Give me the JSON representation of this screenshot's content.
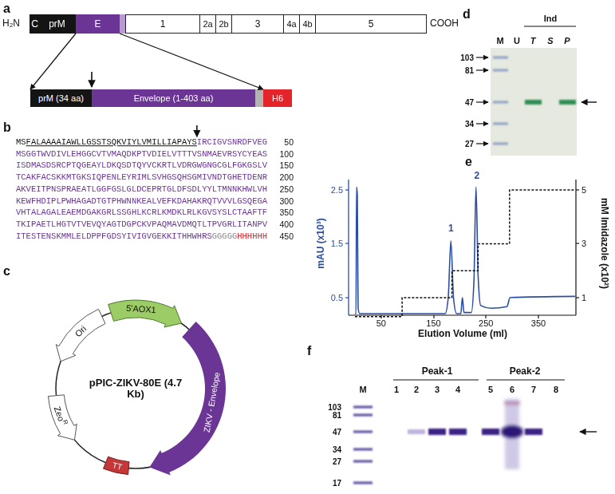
{
  "diagram": {
    "nodes": [
      {
        "text": [
          "C"
        ]
      },
      {
        "text": [
          "prM"
        ]
      },
      {
        "text": [
          "E"
        ]
      },
      {
        "text": [
          "1"
        ]
      },
      {
        "text": [
          "2a"
        ]
      },
      {
        "text": [
          "2b"
        ]
      },
      {
        "text": [
          "3"
        ]
      },
      {
        "text": [
          "4a"
        ]
      },
      {
        "text": [
          "4b"
        ]
      },
      {
        "text": [
          "5"
        ]
      },
      {
        "text": [
          "prM (34 aa)"
        ]
      },
      {
        "text": [
          "Envelope (1-403 aa)"
        ]
      },
      {
        "text": [
          "H6"
        ]
      }
    ],
    "edges": [
      {
        "from": 2,
        "to": 10,
        "arrow": "to"
      },
      {
        "from": 2,
        "to": 12,
        "arrow": "to"
      }
    ],
    "labels": [
      "a",
      "H₂N",
      "COOH",
      "b",
      "MS",
      "FALAAAAIAWLLGSSTSQKVIYLVMILLIAPAYS",
      "IRCIGVSNRDFVEG",
      "50",
      "MSGGTWVDIVLEHGGCVTVMAQDKPTVDIELVTTTVSNMAEVRSYCYEAS",
      "100",
      "ISDMASDSRCPTQGEAYLDKQSDTQYVCKRTLVDRGWGNGCGLFGKGSLV",
      "150",
      "TCAKFACSKKMTGKSIQPENLEYRIMLSVHGSQHSGMIVNDTGHETDENR",
      "200",
      "AKVEITPNSPRAEATLGGFGSLGLDCEPRTGLDFSDLYYLTMNNKHWLVH",
      "250",
      "KEWFHDIPLPWHAGADTGTPHWNNKEALVEFKDAHAKRQTVVVLGSQEGA",
      "300",
      "VHTALAGALEAEMDGAKGRLSSGHLKCRLKMDKLRLKGVSYSLCTAAFTF",
      "350",
      "TKIPAETLHGTVTVEVQYAGTDGPCKVPAQMAVDMQTLTPVGRLITANPV",
      "400",
      "ITESTENSKMMLELDPPFGDSYIVIGVGEKKITHHWHRS",
      "GGGGG",
      "HHHHHH",
      "450",
      "c",
      "Ori",
      "5'AOX1",
      "pPIC-ZIKV-80E (4.7 Kb)",
      "ZIKV - Envelope",
      "TT",
      "Zeo",
      "R",
      "d",
      "M",
      "Ind",
      "U",
      "T",
      "S",
      "P",
      "103",
      "81",
      "47",
      "34",
      "27",
      "e",
      "mAU (x10³)",
      "2.5",
      "1.5",
      "0.5",
      "1",
      "2",
      "50",
      "150",
      "250",
      "350",
      "Elution Volume (ml)",
      "mM Imidazole (x10²)",
      "5",
      "3",
      "1",
      "f",
      "Peak-1",
      "Peak-2",
      "M",
      "1",
      "2",
      "3",
      "4",
      "5",
      "6",
      "7",
      "8",
      "103",
      "81",
      "47",
      "34",
      "27",
      "17"
    ]
  }
}
